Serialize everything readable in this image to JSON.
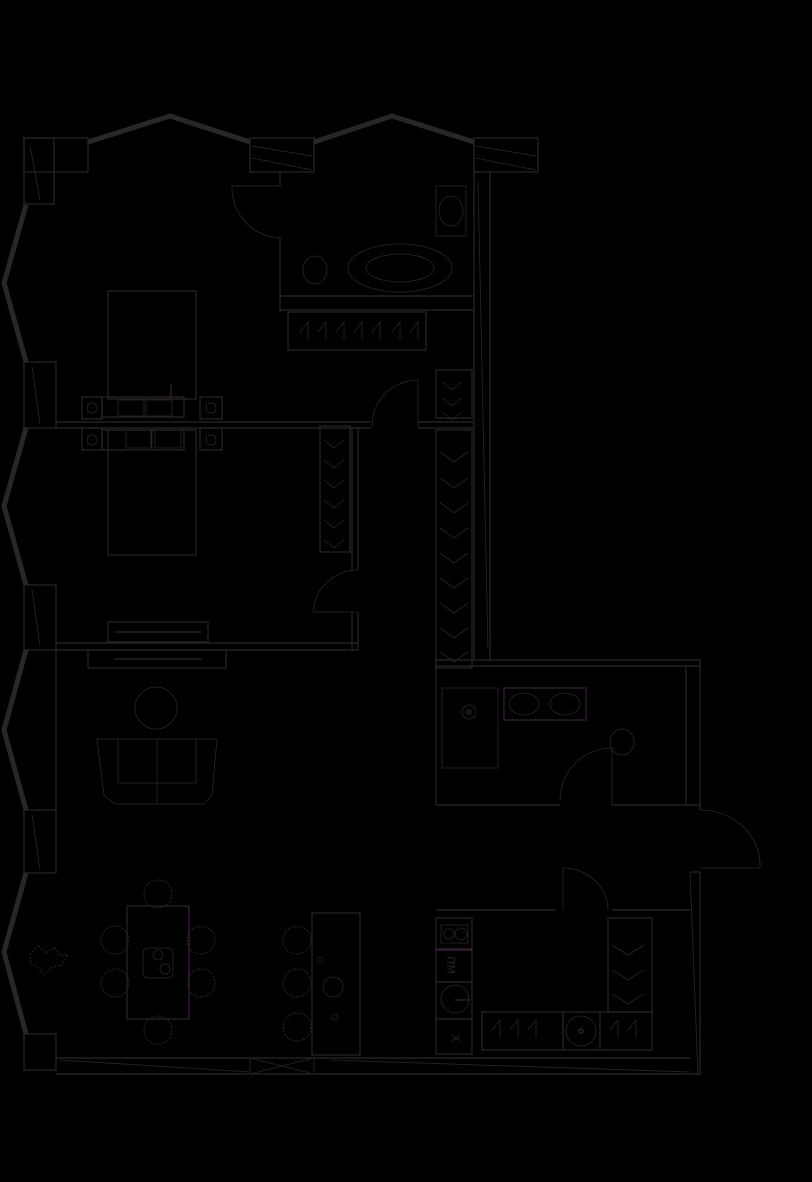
{
  "plan": {
    "background": "#000000",
    "line_color": "#2a2627",
    "accent_color": "#3d1a3d",
    "rooms": [
      {
        "id": "bedroom-1",
        "type": "bedroom"
      },
      {
        "id": "bedroom-2",
        "type": "bedroom"
      },
      {
        "id": "bathroom-master",
        "type": "bathroom"
      },
      {
        "id": "bathroom-2",
        "type": "bathroom"
      },
      {
        "id": "living-room",
        "type": "living"
      },
      {
        "id": "kitchen-dining",
        "type": "kitchen"
      },
      {
        "id": "laundry",
        "type": "utility"
      },
      {
        "id": "corridor-wardrobe",
        "type": "wardrobe"
      }
    ],
    "appliance_labels": {
      "dishwasher": "ПМ",
      "fridge": "Х"
    }
  }
}
